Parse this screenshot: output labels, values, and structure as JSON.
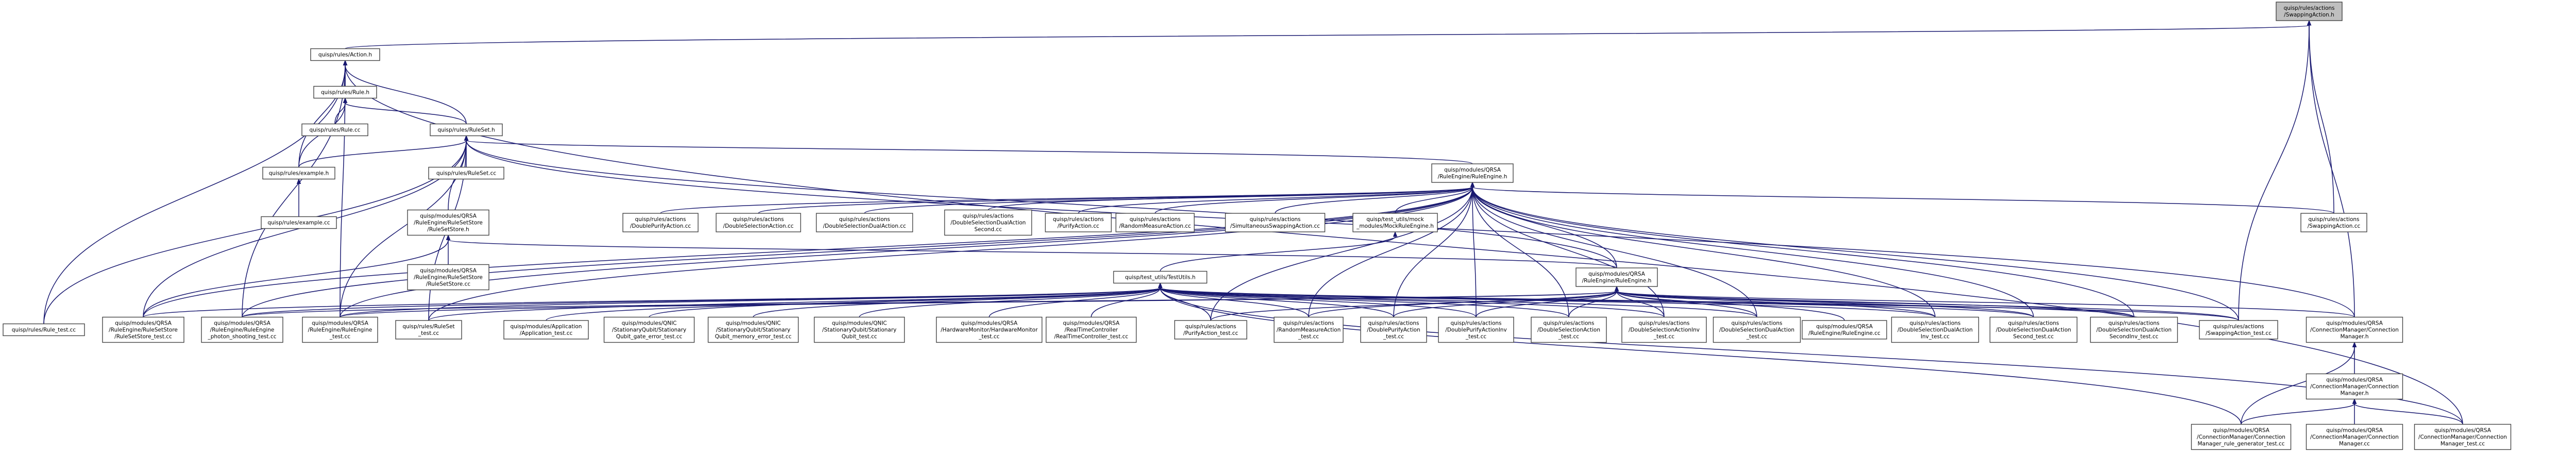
{
  "diagram": {
    "colors": {
      "edge": "#191970",
      "node_fill": "#ffffff",
      "root_fill": "#bfbfbf",
      "root_stroke": "#000000",
      "highlight_text": "#ff0000",
      "border": "#444444"
    },
    "nodes": [
      {
        "id": "root",
        "lines": [
          "quisp/rules/actions",
          "/SwappingAction.h"
        ],
        "root": true
      },
      {
        "id": "action_h",
        "lines": [
          "quisp/rules/Action.h"
        ]
      },
      {
        "id": "rule_h",
        "lines": [
          "quisp/rules/Rule.h"
        ]
      },
      {
        "id": "rule_cc",
        "lines": [
          "quisp/rules/Rule.cc"
        ]
      },
      {
        "id": "ruleset_h",
        "lines": [
          "quisp/rules/RuleSet.h"
        ]
      },
      {
        "id": "ruleset_cc",
        "lines": [
          "quisp/rules/RuleSet.cc"
        ]
      },
      {
        "id": "example_h",
        "lines": [
          "quisp/rules/example.h"
        ]
      },
      {
        "id": "example_cc",
        "lines": [
          "quisp/rules/example.cc"
        ]
      },
      {
        "id": "ruleengine_h",
        "lines": [
          "quisp/modules/QRSA",
          "/RuleEngine/RuleEngine.h"
        ]
      },
      {
        "id": "rulesetstore_h",
        "lines": [
          "quisp/modules/QRSA",
          "/RuleEngine/RuleSetStore",
          "/RuleSetStore.h"
        ]
      },
      {
        "id": "rulesetstore_cc",
        "lines": [
          "quisp/modules/QRSA",
          "/RuleEngine/RuleSetStore",
          "/RuleSetStore.cc"
        ]
      },
      {
        "id": "dpa_cc",
        "lines": [
          "quisp/rules/actions",
          "/DoublePurifyAction.cc"
        ]
      },
      {
        "id": "dsa_cc",
        "lines": [
          "quisp/rules/actions",
          "/DoubleSelectionAction.cc"
        ]
      },
      {
        "id": "dsda_cc",
        "lines": [
          "quisp/rules/actions",
          "/DoubleSelectionDualAction.cc"
        ]
      },
      {
        "id": "dsdas_cc",
        "lines": [
          "quisp/rules/actions",
          "/DoubleSelectionDualAction",
          "Second.cc"
        ]
      },
      {
        "id": "pa_cc",
        "lines": [
          "quisp/rules/actions",
          "/PurifyAction.cc"
        ]
      },
      {
        "id": "rma_cc",
        "lines": [
          "quisp/rules/actions",
          "/RandomMeasureAction.cc"
        ]
      },
      {
        "id": "ssa_cc",
        "lines": [
          "quisp/rules/actions",
          "/SimultaneousSwappingAction.cc"
        ]
      },
      {
        "id": "mockre_h",
        "lines": [
          "quisp/test_utils/mock",
          "_modules/MockRuleEngine.h"
        ]
      },
      {
        "id": "sa_cc",
        "lines": [
          "quisp/rules/actions",
          "/SwappingAction.cc"
        ]
      },
      {
        "id": "testutils_h",
        "lines": [
          "quisp/test_utils/TestUtils.h"
        ],
        "highlight": true
      },
      {
        "id": "re_h2",
        "lines": [
          "quisp/modules/QRSA",
          "/RuleEngine/RuleEngine.h"
        ]
      },
      {
        "id": "rule_test",
        "lines": [
          "quisp/rules/Rule_test.cc"
        ]
      },
      {
        "id": "rss_test",
        "lines": [
          "quisp/modules/QRSA",
          "/RuleEngine/RuleSetStore",
          "/RuleSetStore_test.cc"
        ]
      },
      {
        "id": "re_photon_test",
        "lines": [
          "quisp/modules/QRSA",
          "/RuleEngine/RuleEngine",
          "_photon_shooting_test.cc"
        ]
      },
      {
        "id": "re_test",
        "lines": [
          "quisp/modules/QRSA",
          "/RuleEngine/RuleEngine",
          "_test.cc"
        ]
      },
      {
        "id": "ruleset_test",
        "lines": [
          "quisp/rules/RuleSet",
          "_test.cc"
        ]
      },
      {
        "id": "app_test",
        "lines": [
          "quisp/modules/Application",
          "/Application_test.cc"
        ]
      },
      {
        "id": "gate_err_test",
        "lines": [
          "quisp/modules/QNIC",
          "/StationaryQubit/Stationary",
          "Qubit_gate_error_test.cc"
        ]
      },
      {
        "id": "mem_err_test",
        "lines": [
          "quisp/modules/QNIC",
          "/StationaryQubit/Stationary",
          "Qubit_memory_error_test.cc"
        ]
      },
      {
        "id": "sq_test",
        "lines": [
          "quisp/modules/QNIC",
          "/StationaryQubit/Stationary",
          "Qubit_test.cc"
        ]
      },
      {
        "id": "hm_test",
        "lines": [
          "quisp/modules/QRSA",
          "/HardwareMonitor/HardwareMonitor",
          "_test.cc"
        ]
      },
      {
        "id": "rtc_test",
        "lines": [
          "quisp/modules/QRSA",
          "/RealTimeController",
          "/RealTimeController_test.cc"
        ]
      },
      {
        "id": "pa_test",
        "lines": [
          "quisp/rules/actions",
          "/PurifyAction_test.cc"
        ]
      },
      {
        "id": "rma_test",
        "lines": [
          "quisp/rules/actions",
          "/RandomMeasureAction",
          "_test.cc"
        ]
      },
      {
        "id": "dpa_test",
        "lines": [
          "quisp/rules/actions",
          "/DoublePurifyAction",
          "_test.cc"
        ]
      },
      {
        "id": "dpai_test",
        "lines": [
          "quisp/rules/actions",
          "/DoublePurifyActionInv",
          "_test.cc"
        ]
      },
      {
        "id": "dsa_test",
        "lines": [
          "quisp/rules/actions",
          "/DoubleSelectionAction",
          "_test.cc"
        ]
      },
      {
        "id": "dsai_test",
        "lines": [
          "quisp/rules/actions",
          "/DoubleSelectionActionInv",
          "_test.cc"
        ]
      },
      {
        "id": "dsda_test",
        "lines": [
          "quisp/rules/actions",
          "/DoubleSelectionDualAction",
          "_test.cc"
        ]
      },
      {
        "id": "re_cc",
        "lines": [
          "quisp/modules/QRSA",
          "/RuleEngine/RuleEngine.cc"
        ]
      },
      {
        "id": "dsdai_test",
        "lines": [
          "quisp/rules/actions",
          "/DoubleSelectionDualAction",
          "Inv_test.cc"
        ]
      },
      {
        "id": "dsdas_test",
        "lines": [
          "quisp/rules/actions",
          "/DoubleSelectionDualAction",
          "Second_test.cc"
        ]
      },
      {
        "id": "dsdasi_test",
        "lines": [
          "quisp/rules/actions",
          "/DoubleSelectionDualAction",
          "SecondInv_test.cc"
        ]
      },
      {
        "id": "sa_test",
        "lines": [
          "quisp/rules/actions",
          "/SwappingAction_test.cc"
        ]
      },
      {
        "id": "cm_h",
        "lines": [
          "quisp/modules/QRSA",
          "/ConnectionManager/Connection",
          "Manager.h"
        ]
      },
      {
        "id": "cm_h2",
        "lines": [
          "quisp/modules/QRSA",
          "/ConnectionManager/Connection",
          "Manager.h"
        ]
      },
      {
        "id": "cm_rulegen_test",
        "lines": [
          "quisp/modules/QRSA",
          "/ConnectionManager/Connection",
          "Manager_rule_generator_test.cc"
        ]
      },
      {
        "id": "cm_cc",
        "lines": [
          "quisp/modules/QRSA",
          "/ConnectionManager/Connection",
          "Manager.cc"
        ]
      },
      {
        "id": "cm_test",
        "lines": [
          "quisp/modules/QRSA",
          "/ConnectionManager/Connection",
          "Manager_test.cc"
        ]
      }
    ],
    "edges": [
      [
        "action_h",
        "root"
      ],
      [
        "cm_h",
        "root"
      ],
      [
        "sa_cc",
        "root"
      ],
      [
        "sa_test",
        "root"
      ],
      [
        "rule_h",
        "action_h"
      ],
      [
        "ruleset_h",
        "action_h"
      ],
      [
        "example_h",
        "action_h"
      ],
      [
        "rule_test",
        "action_h"
      ],
      [
        "re_photon_test",
        "action_h"
      ],
      [
        "re_test",
        "action_h"
      ],
      [
        "cm_test",
        "action_h"
      ],
      [
        "rule_cc",
        "rule_h"
      ],
      [
        "ruleset_h",
        "rule_h"
      ],
      [
        "example_h",
        "rule_h"
      ],
      [
        "ruleset_cc",
        "ruleset_h"
      ],
      [
        "example_h",
        "ruleset_h"
      ],
      [
        "ruleengine_h",
        "ruleset_h"
      ],
      [
        "rulesetstore_h",
        "ruleset_h"
      ],
      [
        "re_h2",
        "ruleset_h"
      ],
      [
        "ruleset_test",
        "ruleset_h"
      ],
      [
        "rss_test",
        "ruleset_h"
      ],
      [
        "re_test",
        "ruleset_h"
      ],
      [
        "cm_h",
        "ruleset_h"
      ],
      [
        "rule_test",
        "ruleset_h"
      ],
      [
        "example_cc",
        "example_h"
      ],
      [
        "rulesetstore_cc",
        "rulesetstore_h"
      ],
      [
        "rss_test",
        "rulesetstore_h"
      ],
      [
        "re_h2",
        "rulesetstore_h"
      ],
      [
        "dpa_cc",
        "ruleengine_h"
      ],
      [
        "dsa_cc",
        "ruleengine_h"
      ],
      [
        "dsda_cc",
        "ruleengine_h"
      ],
      [
        "dsdas_cc",
        "ruleengine_h"
      ],
      [
        "pa_cc",
        "ruleengine_h"
      ],
      [
        "rma_cc",
        "ruleengine_h"
      ],
      [
        "ssa_cc",
        "ruleengine_h"
      ],
      [
        "mockre_h",
        "ruleengine_h"
      ],
      [
        "sa_cc",
        "ruleengine_h"
      ],
      [
        "re_h2",
        "ruleengine_h"
      ],
      [
        "ruleset_test",
        "ruleengine_h"
      ],
      [
        "pa_test",
        "ruleengine_h"
      ],
      [
        "rma_test",
        "ruleengine_h"
      ],
      [
        "dpa_test",
        "ruleengine_h"
      ],
      [
        "dpai_test",
        "ruleengine_h"
      ],
      [
        "dsa_test",
        "ruleengine_h"
      ],
      [
        "dsai_test",
        "ruleengine_h"
      ],
      [
        "dsda_test",
        "ruleengine_h"
      ],
      [
        "dsdai_test",
        "ruleengine_h"
      ],
      [
        "dsdas_test",
        "ruleengine_h"
      ],
      [
        "dsdasi_test",
        "ruleengine_h"
      ],
      [
        "sa_test",
        "ruleengine_h"
      ],
      [
        "re_photon_test",
        "ruleengine_h"
      ],
      [
        "re_test",
        "ruleengine_h"
      ],
      [
        "rss_test",
        "ruleengine_h"
      ],
      [
        "testutils_h",
        "mockre_h"
      ],
      [
        "rss_test",
        "testutils_h"
      ],
      [
        "re_photon_test",
        "testutils_h"
      ],
      [
        "re_test",
        "testutils_h"
      ],
      [
        "ruleset_test",
        "testutils_h"
      ],
      [
        "app_test",
        "testutils_h"
      ],
      [
        "gate_err_test",
        "testutils_h"
      ],
      [
        "mem_err_test",
        "testutils_h"
      ],
      [
        "sq_test",
        "testutils_h"
      ],
      [
        "hm_test",
        "testutils_h"
      ],
      [
        "rtc_test",
        "testutils_h"
      ],
      [
        "pa_test",
        "testutils_h"
      ],
      [
        "rma_test",
        "testutils_h"
      ],
      [
        "dpa_test",
        "testutils_h"
      ],
      [
        "dpai_test",
        "testutils_h"
      ],
      [
        "dsa_test",
        "testutils_h"
      ],
      [
        "dsai_test",
        "testutils_h"
      ],
      [
        "dsda_test",
        "testutils_h"
      ],
      [
        "dsdai_test",
        "testutils_h"
      ],
      [
        "dsdas_test",
        "testutils_h"
      ],
      [
        "dsdasi_test",
        "testutils_h"
      ],
      [
        "sa_test",
        "testutils_h"
      ],
      [
        "cm_rulegen_test",
        "testutils_h"
      ],
      [
        "cm_test",
        "testutils_h"
      ],
      [
        "re_photon_test",
        "re_h2"
      ],
      [
        "re_test",
        "re_h2"
      ],
      [
        "re_cc",
        "re_h2"
      ],
      [
        "pa_test",
        "re_h2"
      ],
      [
        "rma_test",
        "re_h2"
      ],
      [
        "dpa_test",
        "re_h2"
      ],
      [
        "dpai_test",
        "re_h2"
      ],
      [
        "dsa_test",
        "re_h2"
      ],
      [
        "dsai_test",
        "re_h2"
      ],
      [
        "dsda_test",
        "re_h2"
      ],
      [
        "dsdai_test",
        "re_h2"
      ],
      [
        "dsdas_test",
        "re_h2"
      ],
      [
        "dsdasi_test",
        "re_h2"
      ],
      [
        "sa_test",
        "re_h2"
      ],
      [
        "cm_h",
        "re_h2"
      ],
      [
        "cm_h2",
        "cm_h"
      ],
      [
        "cm_rulegen_test",
        "cm_h"
      ],
      [
        "cm_rulegen_test",
        "cm_h2"
      ],
      [
        "cm_cc",
        "cm_h2"
      ],
      [
        "cm_test",
        "cm_h2"
      ]
    ]
  }
}
